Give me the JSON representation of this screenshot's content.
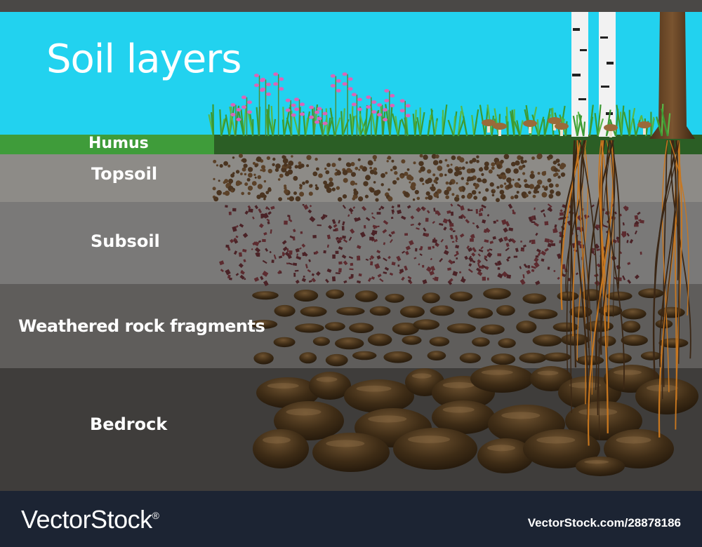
{
  "title": "Soil layers",
  "layers": {
    "humus": "Humus",
    "topsoil": "Topsoil",
    "subsoil": "Subsoil",
    "weathered": "Weathered rock fragments",
    "bedrock": "Bedrock"
  },
  "footer": {
    "brand": "VectorStock",
    "brand_mark": "®",
    "image_id": "VectorStock.com/28878186"
  },
  "colors": {
    "sky": "#22d2ef",
    "humus": "#3f9c3a",
    "topsoil": "#8d8b87",
    "subsoil": "#7a7978",
    "weathered": "#5f5d5b",
    "bedrock": "#3f3d3b",
    "footer": "#1c2433"
  }
}
